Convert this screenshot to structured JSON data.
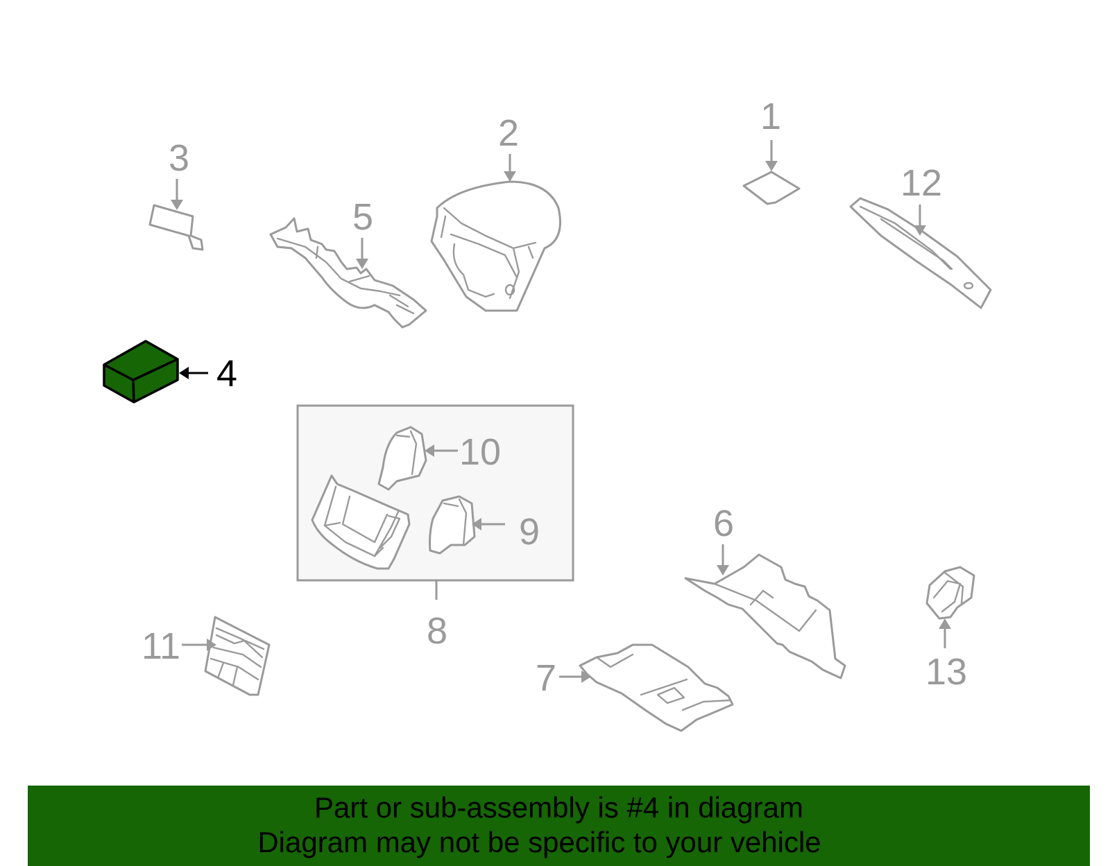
{
  "colors": {
    "highlight": "#166605",
    "banner": "#166605",
    "line": "#9a9a9a",
    "box_fill": "#f7f7f7"
  },
  "highlighted_part": "4",
  "callouts": {
    "c1": "1",
    "c2": "2",
    "c3": "3",
    "c4": "4",
    "c5": "5",
    "c6": "6",
    "c7": "7",
    "c8": "8",
    "c9": "9",
    "c10": "10",
    "c11": "11",
    "c12": "12",
    "c13": "13"
  },
  "banner": {
    "line1": "Part or sub-assembly is #4 in diagram",
    "line2": "Diagram may not be specific to your vehicle"
  }
}
